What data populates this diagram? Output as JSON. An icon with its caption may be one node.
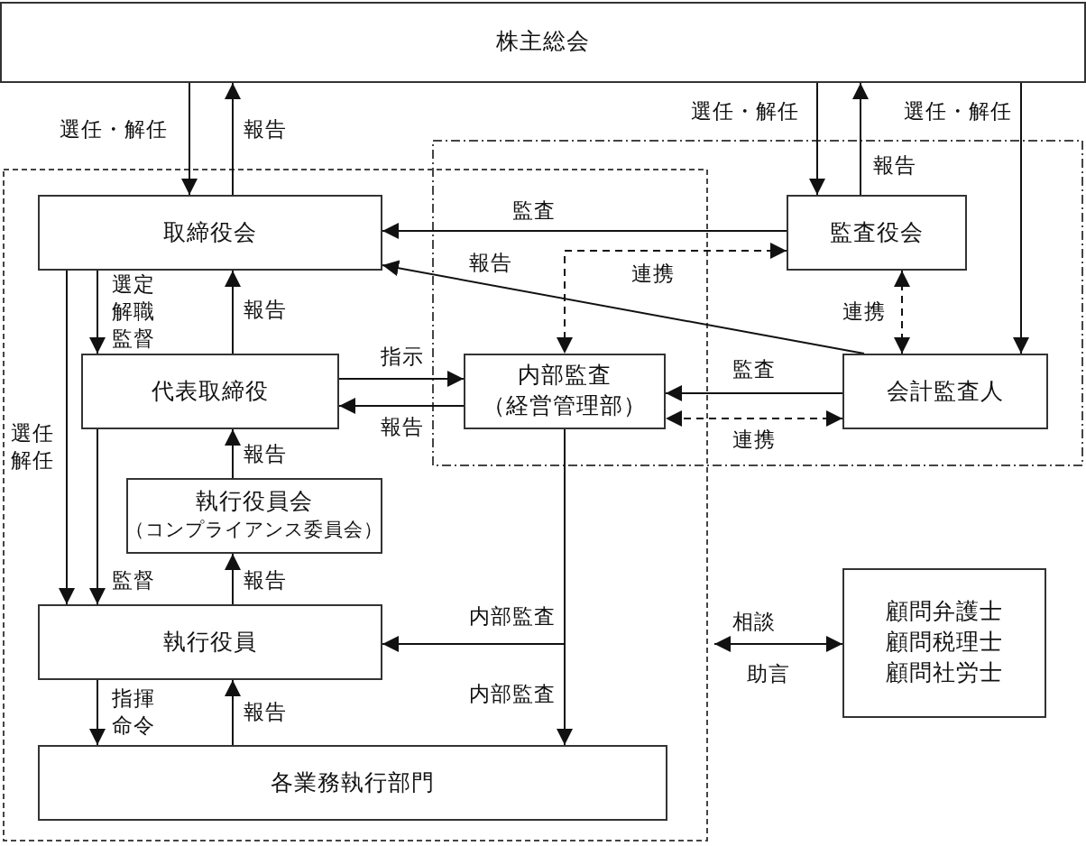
{
  "diagram": {
    "nodes": [
      {
        "text": [
          "株主総会"
        ]
      },
      {
        "text": [
          "取締役会"
        ]
      },
      {
        "text": [
          "代表取締役"
        ]
      },
      {
        "text": [
          "内部監査",
          "（経営管理部）"
        ]
      },
      {
        "text": [
          "監査役会"
        ]
      },
      {
        "text": [
          "会計監査人"
        ]
      },
      {
        "text": [
          "執行役員会",
          "（コンプライアンス委員会）"
        ]
      },
      {
        "text": [
          "執行役員"
        ]
      },
      {
        "text": [
          "各業務執行部門"
        ]
      },
      {
        "text": [
          "顧問弁護士",
          "顧問税理士",
          "顧問社労士"
        ]
      }
    ],
    "edges": [
      {
        "from": 0,
        "to": 1,
        "arrow": "to",
        "label": "選任・解任"
      },
      {
        "from": 1,
        "to": 0,
        "arrow": "to",
        "label": "報告"
      },
      {
        "from": 0,
        "to": 4,
        "arrow": "to",
        "label": "選任・解任"
      },
      {
        "from": 4,
        "to": 0,
        "arrow": "to",
        "label": "報告"
      },
      {
        "from": 0,
        "to": 5,
        "arrow": "to",
        "label": "選任・解任"
      },
      {
        "from": 4,
        "to": 1,
        "arrow": "to",
        "label": "監査"
      },
      {
        "from": 5,
        "to": 1,
        "arrow": "to",
        "label": "報告"
      },
      {
        "from": 4,
        "to": 3,
        "arrow": "both",
        "label": "連携",
        "style": "dashed"
      },
      {
        "from": 4,
        "to": 5,
        "arrow": "both",
        "label": "連携",
        "style": "dashed"
      },
      {
        "from": 5,
        "to": 3,
        "arrow": "both",
        "label": "連携",
        "style": "dashed"
      },
      {
        "from": 5,
        "to": 3,
        "arrow": "to",
        "label": "監査"
      },
      {
        "from": 1,
        "to": 2,
        "arrow": "to",
        "label": "選定解職監督"
      },
      {
        "from": 2,
        "to": 1,
        "arrow": "to",
        "label": "報告"
      },
      {
        "from": 2,
        "to": 3,
        "arrow": "to",
        "label": "指示"
      },
      {
        "from": 3,
        "to": 2,
        "arrow": "to",
        "label": "報告"
      },
      {
        "from": 1,
        "to": 7,
        "arrow": "to",
        "label": "選任解任"
      },
      {
        "from": 2,
        "to": 7,
        "arrow": "to",
        "label": "監督"
      },
      {
        "from": 6,
        "to": 2,
        "arrow": "to",
        "label": "報告"
      },
      {
        "from": 7,
        "to": 6,
        "arrow": "to",
        "label": "報告"
      },
      {
        "from": 3,
        "to": 7,
        "arrow": "to",
        "label": "内部監査"
      },
      {
        "from": 3,
        "to": 8,
        "arrow": "to",
        "label": "内部監査"
      },
      {
        "from": 7,
        "to": 8,
        "arrow": "to",
        "label": "指揮命令"
      },
      {
        "from": 8,
        "to": 7,
        "arrow": "to",
        "label": "報告"
      },
      {
        "from": null,
        "to": 9,
        "arrow": "both",
        "label": "相談"
      }
    ],
    "labels": [
      "助言"
    ]
  }
}
